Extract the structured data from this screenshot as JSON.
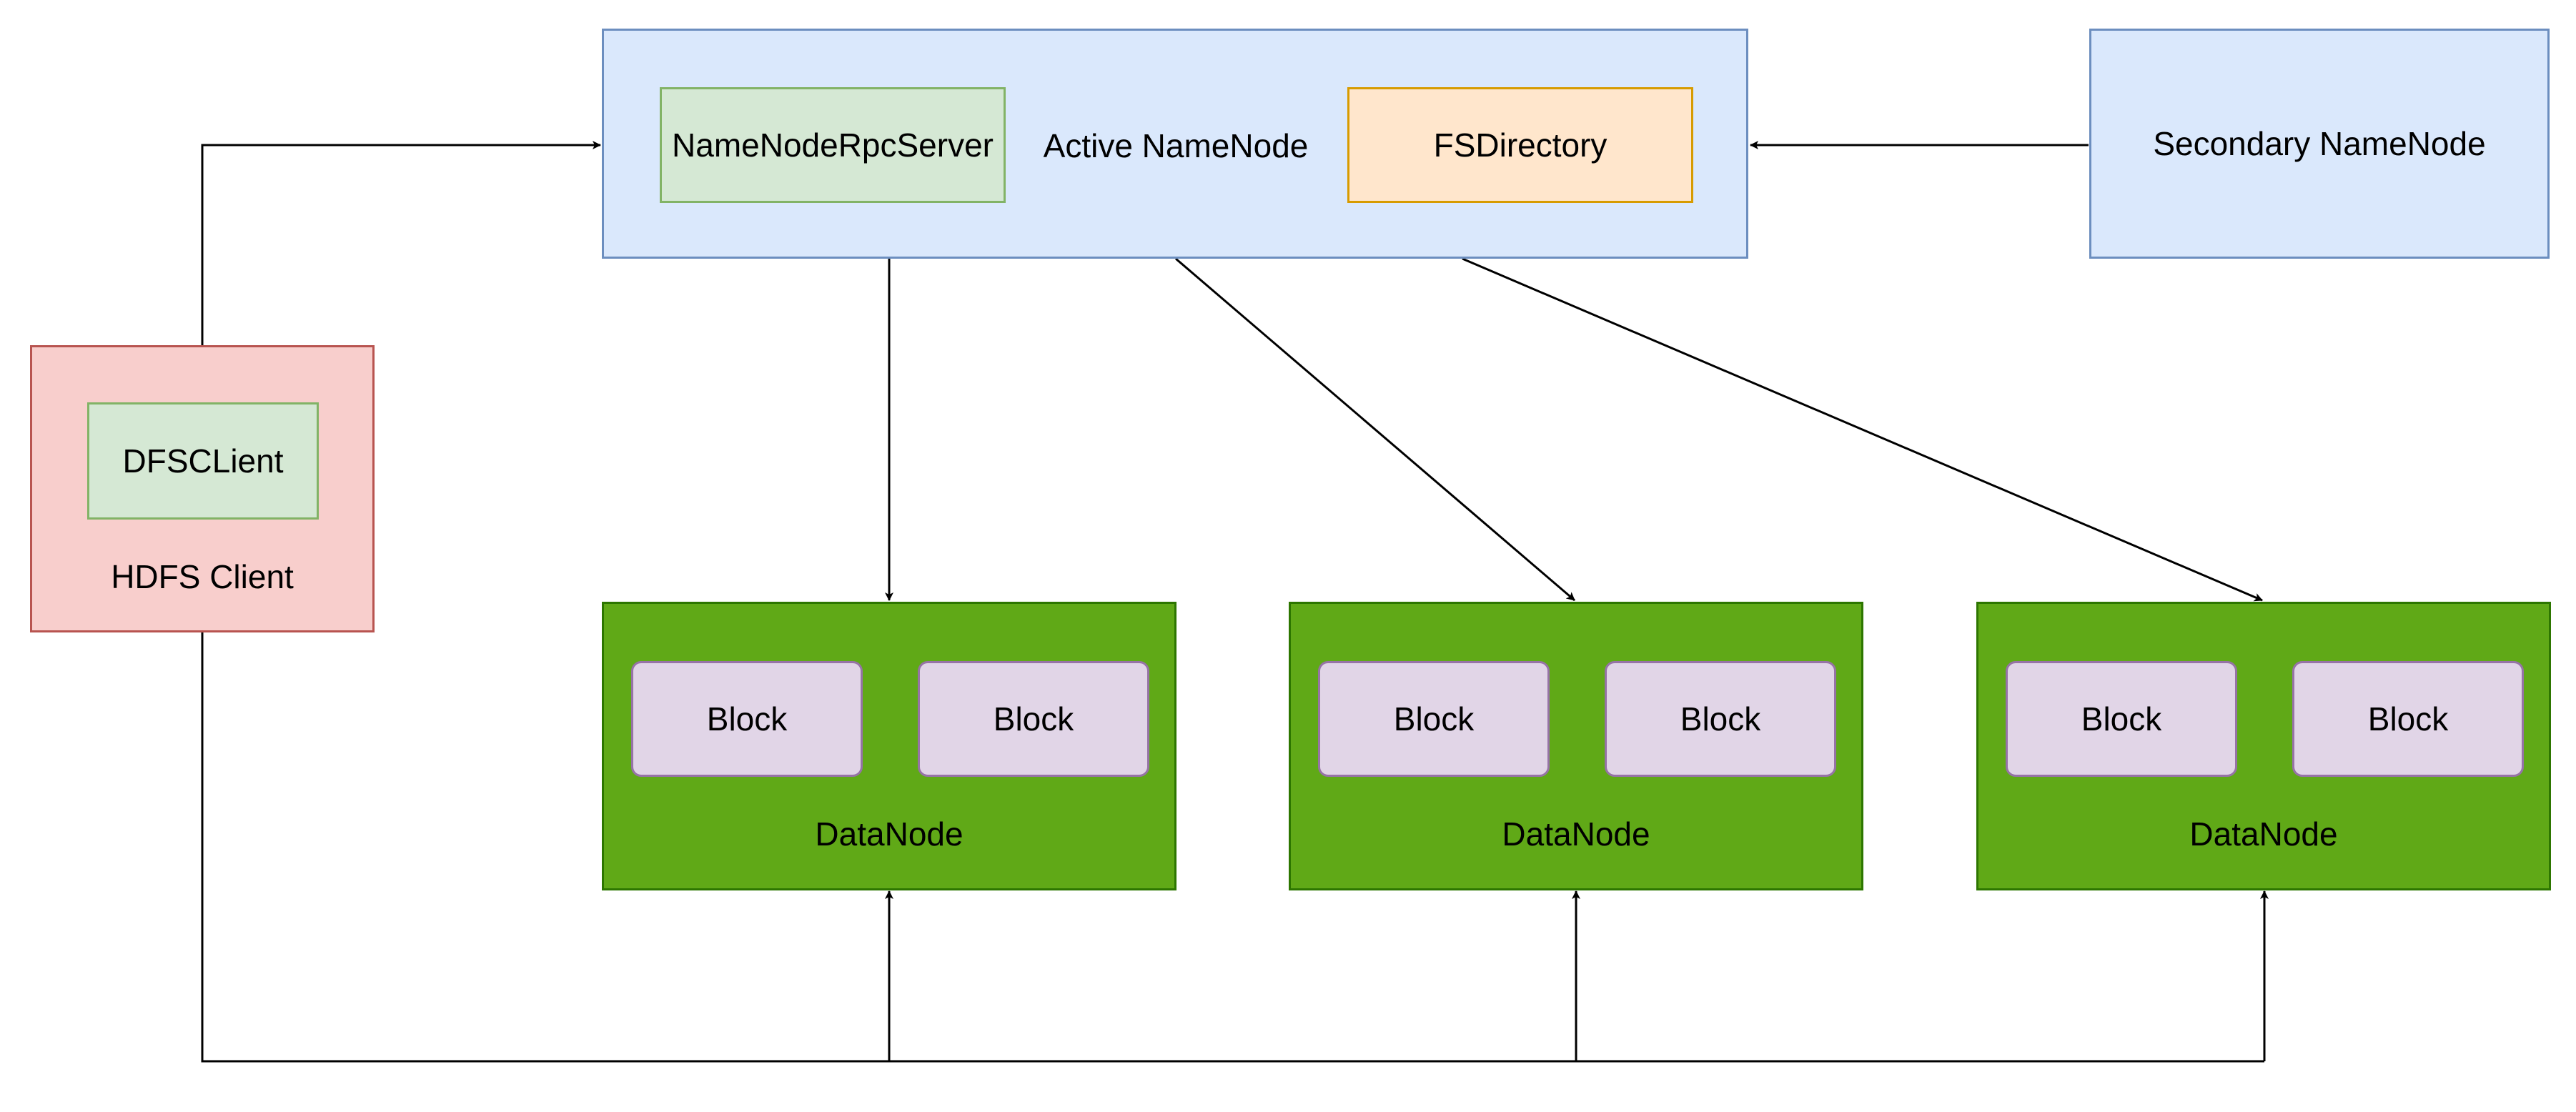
{
  "active_namenode": {
    "label": "Active NameNode",
    "rpc_server_label": "NameNodeRpcServer",
    "fs_directory_label": "FSDirectory"
  },
  "secondary_namenode": {
    "label": "Secondary NameNode"
  },
  "hdfs_client": {
    "label": "HDFS Client",
    "dfs_client_label": "DFSCLient"
  },
  "datanodes": [
    {
      "label": "DataNode",
      "blocks": [
        "Block",
        "Block"
      ]
    },
    {
      "label": "DataNode",
      "blocks": [
        "Block",
        "Block"
      ]
    },
    {
      "label": "DataNode",
      "blocks": [
        "Block",
        "Block"
      ]
    }
  ],
  "colors": {
    "namenode_fill": "#dae8fc",
    "namenode_stroke": "#6c8ebf",
    "component_fill": "#d5e8d4",
    "component_stroke": "#82b366",
    "fsdirectory_fill": "#ffe6cc",
    "fsdirectory_stroke": "#d79b00",
    "client_fill": "#f8cecc",
    "client_stroke": "#b85450",
    "datanode_fill": "#60a917",
    "datanode_stroke": "#2d7600",
    "block_fill": "#e1d5e7",
    "block_stroke": "#9673a6",
    "edge": "#000000"
  }
}
